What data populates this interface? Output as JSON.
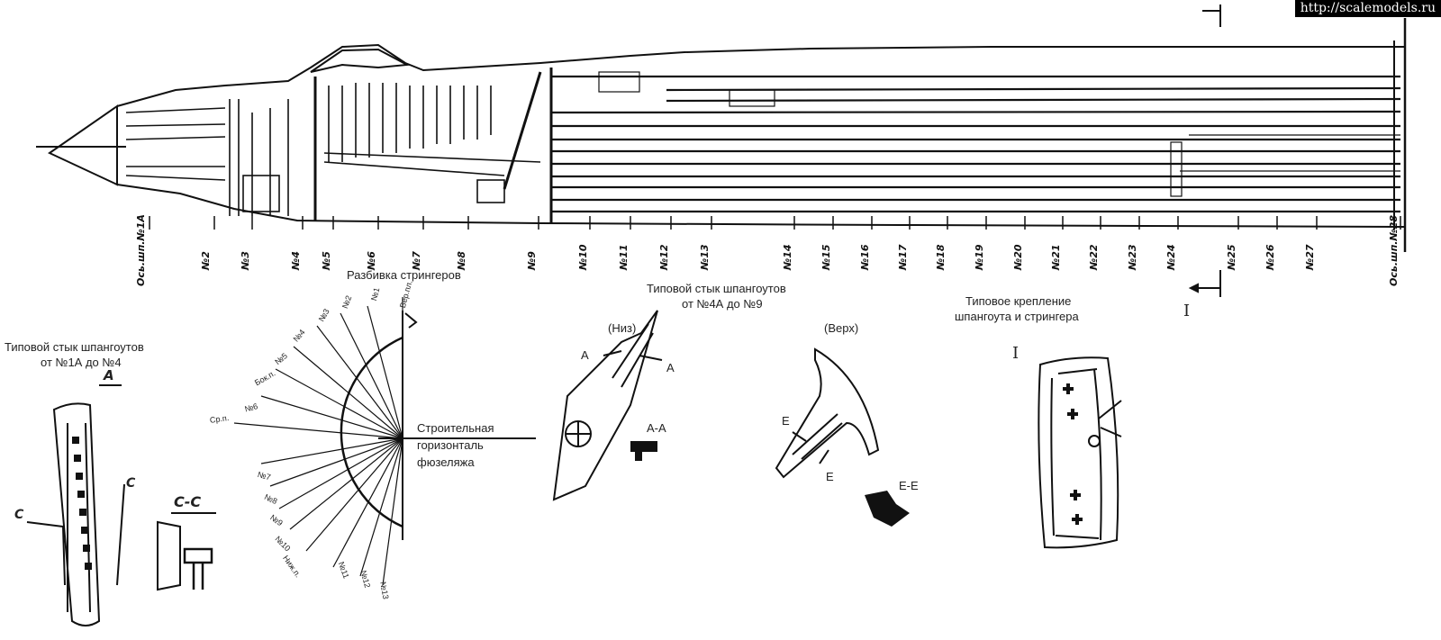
{
  "watermark": "http://scalemodels.ru",
  "labels": {
    "typical_joint_1": "Типовой стык шпангоутов",
    "typical_joint_1_range": "от №1А до №4",
    "stringer_layout": "Разбивка стрингеров",
    "construction_horizontal_1": "Строительная",
    "construction_horizontal_2": "горизонталь",
    "construction_horizontal_3": "фюзеляжа",
    "typical_joint_2": "Типовой стык шпангоутов",
    "typical_joint_2_range": "от №4А до №9",
    "bottom": "(Низ)",
    "top": "(Верх)",
    "section_a": "А",
    "section_a_right": "А",
    "section_aa": "А-А",
    "section_e": "Е",
    "section_e2": "Е",
    "section_ee": "Е-Е",
    "typical_mount_1": "Типовое крепление",
    "typical_mount_2": "шпангоута и стрингера",
    "view_i_top": "I",
    "view_i_detail": "I",
    "section_c_left": "С",
    "section_c_right": "С",
    "section_cc": "С-С",
    "view_a_mark": "А"
  },
  "frames": [
    "Ось.шп.№1А",
    "№2",
    "№3",
    "№4",
    "№5",
    "№6",
    "№7",
    "№8",
    "№9",
    "№10",
    "№11",
    "№12",
    "№13",
    "№14",
    "№15",
    "№16",
    "№17",
    "№18",
    "№19",
    "№20",
    "№21",
    "№22",
    "№23",
    "№24",
    "№25",
    "№26",
    "№27",
    "Ось.шп.№28"
  ],
  "stringers": [
    "Вер.пл.",
    "№1",
    "№2",
    "№3",
    "№4",
    "№5",
    "Бок.п.",
    "№6",
    "Ср.п.",
    "№7",
    "№8",
    "№9",
    "№10",
    "Ниж.п.",
    "№11",
    "№12",
    "№13"
  ]
}
